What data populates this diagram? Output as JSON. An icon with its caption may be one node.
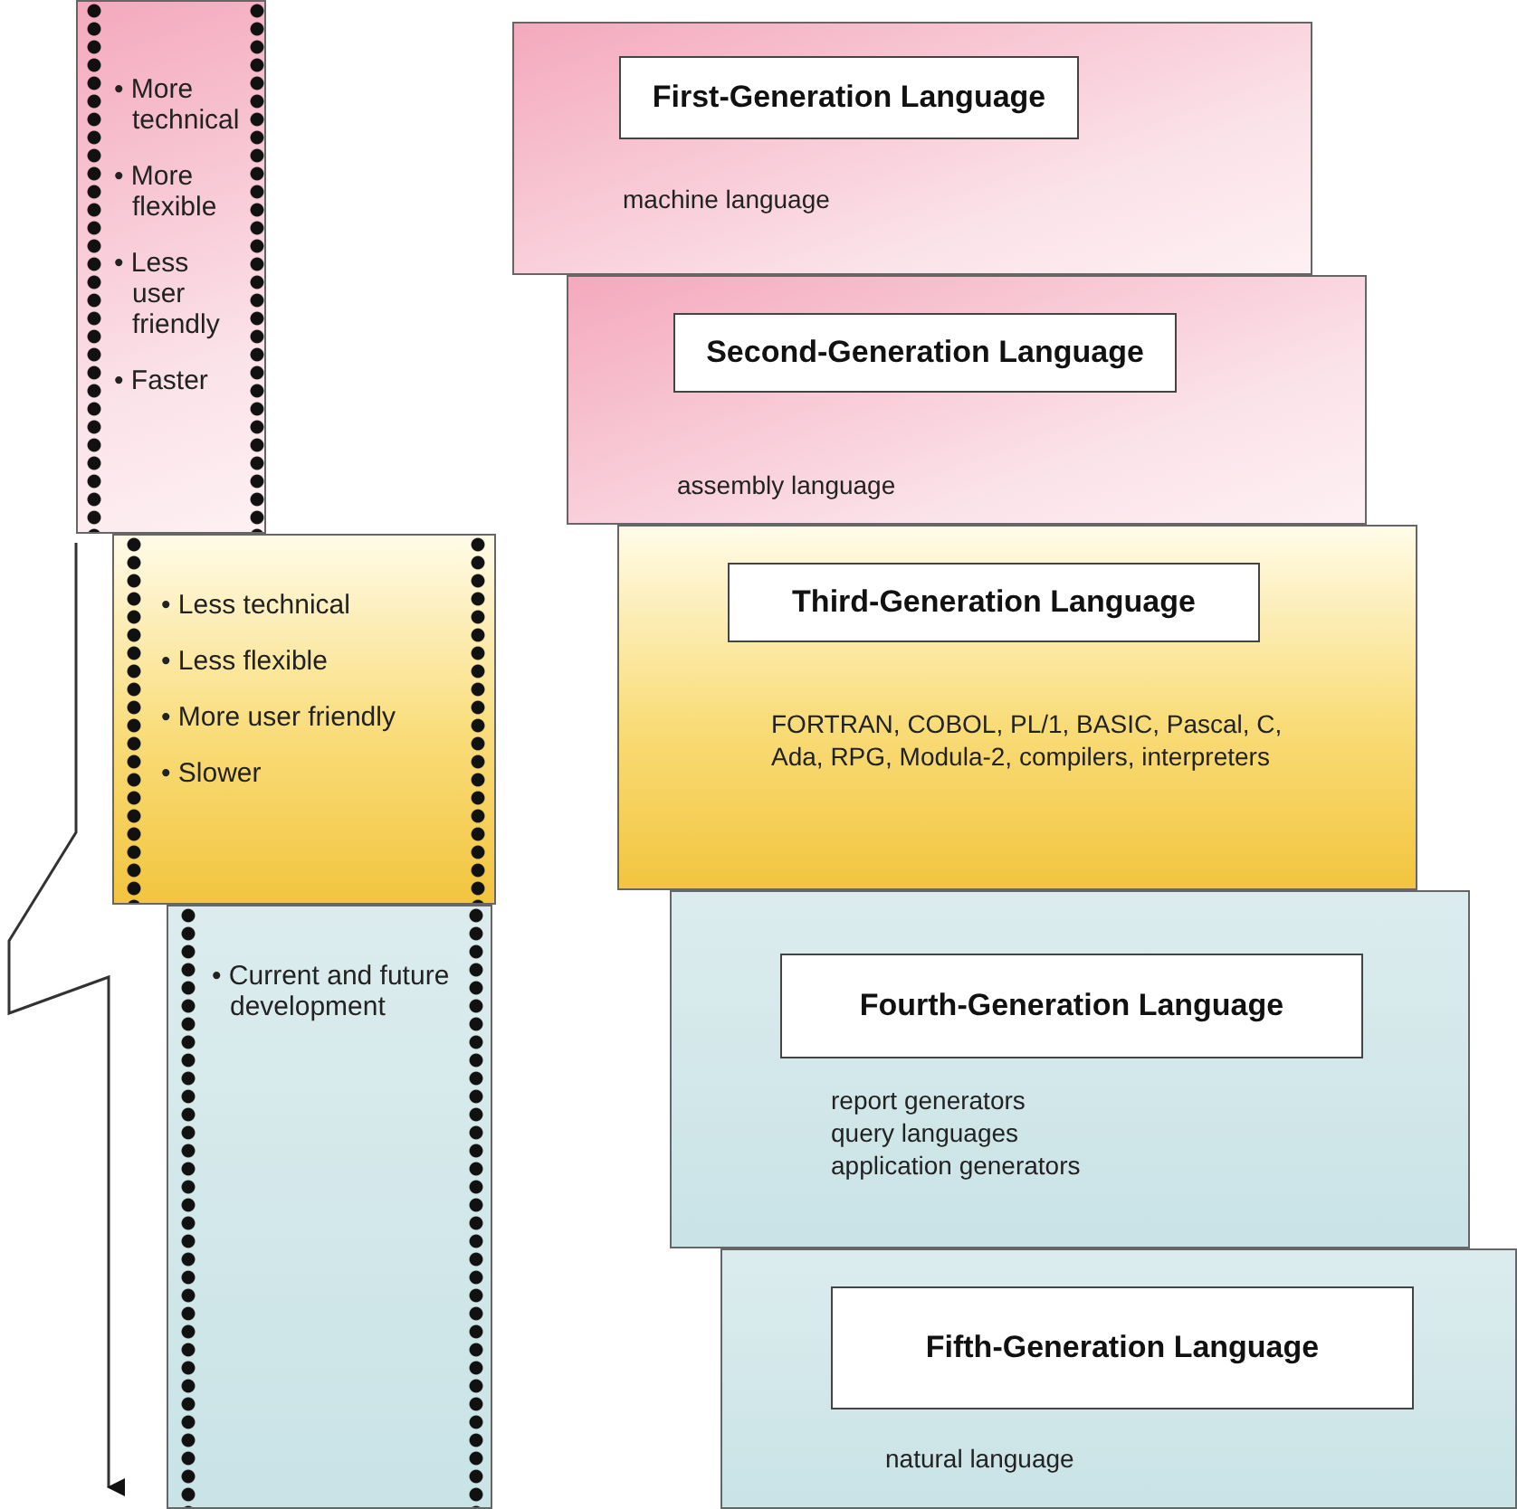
{
  "diagram": {
    "nodes": [
      {
        "text": [
          "• More technical",
          "• More flexible",
          "• Less user friendly",
          "• Faster"
        ]
      },
      {
        "text": [
          "• Less technical",
          "• Less flexible",
          "• More user friendly",
          "• Slower"
        ]
      },
      {
        "text": [
          "• Current and future development"
        ]
      },
      {
        "text": [
          "machine language"
        ]
      },
      {
        "text": [
          "First-Generation Language"
        ],
        "in": 3
      },
      {
        "text": [
          "assembly language"
        ]
      },
      {
        "text": [
          "Second-Generation Language"
        ],
        "in": 5
      },
      {
        "text": [
          "FORTRAN, COBOL, PL/1, BASIC, Pascal, C, Ada, RPG, Modula-2, compilers, interpreters"
        ]
      },
      {
        "text": [
          "Third-Generation Language"
        ],
        "in": 7
      },
      {
        "text": [
          "report generators",
          "query languages",
          "application generators"
        ]
      },
      {
        "text": [
          "Fourth-Generation Language"
        ],
        "in": 9
      },
      {
        "text": [
          "natural language"
        ]
      },
      {
        "text": [
          "Fifth-Generation Language"
        ],
        "in": 11
      }
    ]
  }
}
